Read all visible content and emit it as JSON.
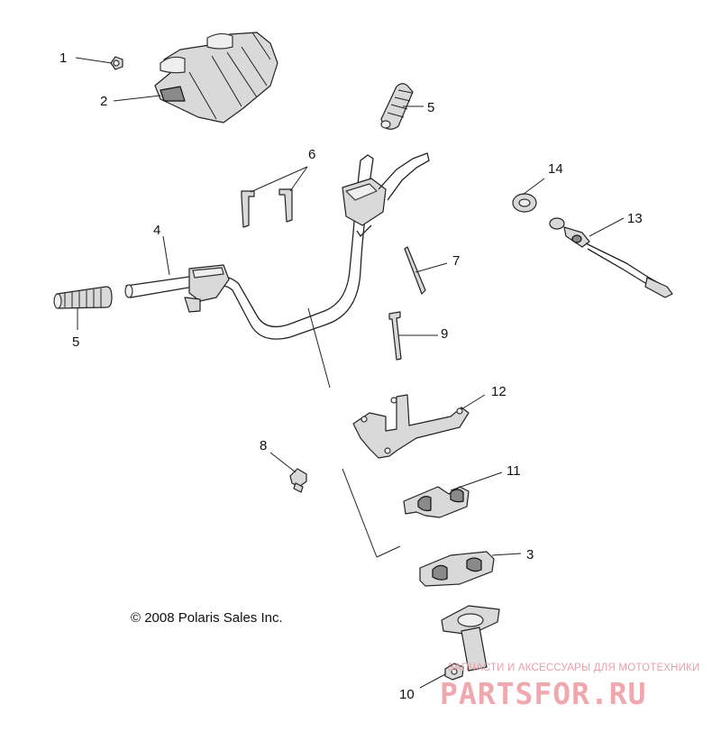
{
  "callouts": {
    "c1": "1",
    "c2": "2",
    "c3": "3",
    "c4": "4",
    "c5a": "5",
    "c5b": "5",
    "c6": "6",
    "c7": "7",
    "c8": "8",
    "c9": "9",
    "c10": "10",
    "c11": "11",
    "c12": "12",
    "c13": "13",
    "c14": "14"
  },
  "copyright": "© 2008  Polaris Sales Inc.",
  "watermark": {
    "tagline": "ЗАПЧАСТИ И АКСЕССУАРЫ ДЛЯ МОТОТЕХНИКИ",
    "logo": "PARTSFOR.RU"
  },
  "colors": {
    "line": "#222222",
    "part_fill": "#d9d9d9",
    "watermark": "#ee9aa2"
  }
}
